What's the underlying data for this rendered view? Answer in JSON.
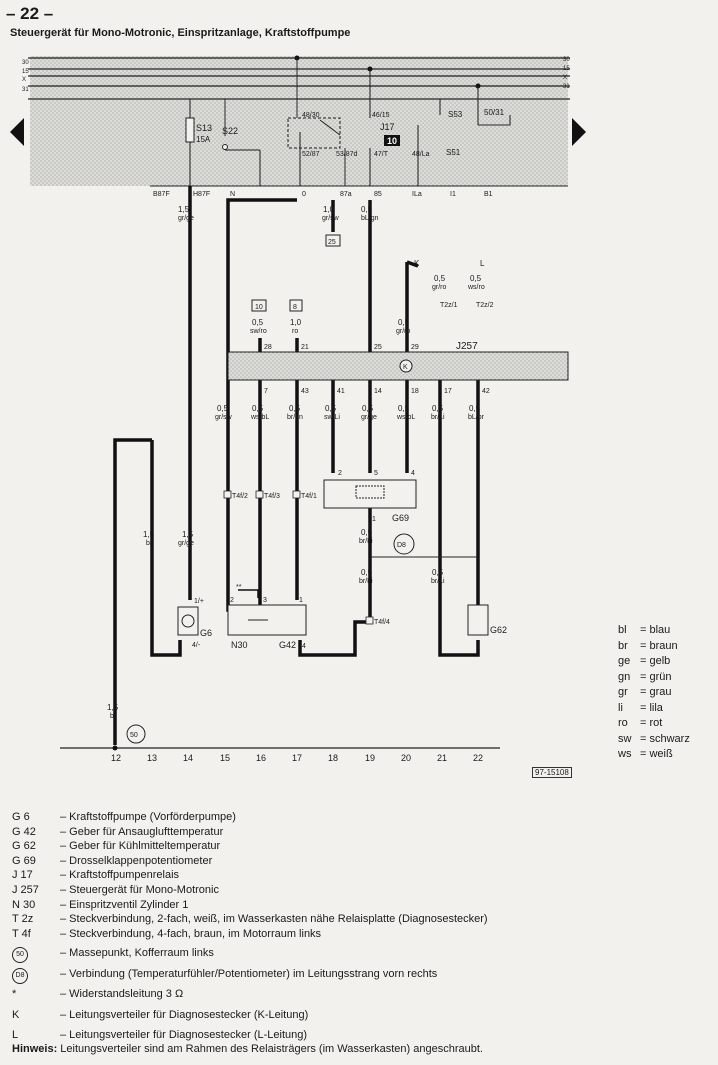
{
  "page_number": "– 22 –",
  "title": "Steuergerät für Mono-Motronic, Einspritzanlage, Kraftstoffpumpe",
  "bus_labels": [
    "30",
    "15",
    "X",
    "31"
  ],
  "relay_panel": {
    "fuse_label": "S13",
    "fuse_rating": "15A",
    "fuse2_label": "S22",
    "relay_top_left": "48/30",
    "relay_top_right": "46/15",
    "relay_code": "J17",
    "relay_slot": "10",
    "relay_pins_mid": [
      "52/87",
      "53/87d",
      "47/T",
      "48/La"
    ],
    "s53": "S53",
    "s51": "S51",
    "t50_31": "50/31",
    "connector_pins": [
      "B87F",
      "H87F",
      "N",
      "0",
      "87a",
      "85",
      "ILa",
      "I1",
      "B1"
    ]
  },
  "wires": {
    "w_grge": [
      "1,5",
      "gr/ge"
    ],
    "w_grsw": [
      "1,0",
      "gr/sw"
    ],
    "w_blgn": [
      "0,5",
      "bL/gn"
    ],
    "w_k": "K",
    "w_l": "L",
    "w_grro_k": [
      "0,5",
      "gr/ro"
    ],
    "w_wsro_l": [
      "0,5",
      "ws/ro"
    ],
    "t2z1": "T2z/1",
    "t2z2": "T2z/2",
    "b25": "25",
    "b10": "10",
    "b8": "8",
    "w_swro": [
      "0,5",
      "sw/ro"
    ],
    "w_ro": [
      "1,0",
      "ro"
    ],
    "w_grro_29": [
      "0,5",
      "gr/ro"
    ],
    "j257": "J257",
    "j257_top_pins": [
      "28",
      "21",
      "25",
      "29"
    ],
    "j257_bottom_pins": [
      "7",
      "43",
      "41",
      "14",
      "18",
      "17",
      "42"
    ],
    "bottom_wires": [
      [
        "0,5",
        "gr/sw"
      ],
      [
        "0,5",
        "ws/bL"
      ],
      [
        "0,5",
        "br/gn"
      ],
      [
        "0,5",
        "sw/Li"
      ],
      [
        "0,5",
        "gr/ge"
      ],
      [
        "0,5",
        "ws/bL"
      ],
      [
        "0,5",
        "br/Li"
      ],
      [
        "0,5",
        "bL/br"
      ]
    ],
    "t4f2": "T4f/2",
    "t4f3": "T4f/3",
    "t4f1": "T4f/1",
    "t4f4": "T4f/4",
    "w_br_15": [
      "1,5",
      "br"
    ],
    "w_grge_15": [
      "1,5",
      "gr/ge"
    ],
    "g69": "G69",
    "g69_pins": [
      "2",
      "5",
      "4",
      "1"
    ],
    "d8": "D8",
    "w_brli_a": [
      "0,5",
      "br/Li"
    ],
    "w_brli_b": [
      "0,5",
      "br/Li"
    ],
    "w_brli_c": [
      "0,5",
      "br/Li"
    ],
    "g6": "G6",
    "g6_pins": [
      "1/+",
      "4/-"
    ],
    "n30": "N30",
    "n30_pins": [
      "2",
      "3"
    ],
    "star": "**",
    "g42": "G42",
    "g42_pins": [
      "1",
      "4"
    ],
    "g62": "G62",
    "w_br_ground": [
      "1,5",
      "br"
    ],
    "ground": "50",
    "columns": [
      "12",
      "13",
      "14",
      "15",
      "16",
      "17",
      "18",
      "19",
      "20",
      "21",
      "22"
    ]
  },
  "color_legend": [
    {
      "code": "bl",
      "name": "= blau"
    },
    {
      "code": "br",
      "name": "= braun"
    },
    {
      "code": "ge",
      "name": "= gelb"
    },
    {
      "code": "gn",
      "name": "= grün"
    },
    {
      "code": "gr",
      "name": "= grau"
    },
    {
      "code": "li",
      "name": "= lila"
    },
    {
      "code": "ro",
      "name": "= rot"
    },
    {
      "code": "sw",
      "name": "= schwarz"
    },
    {
      "code": "ws",
      "name": "= weiß"
    }
  ],
  "drawing_number": "97-15108",
  "components": [
    {
      "code": "G 6",
      "desc": "– Kraftstoffpumpe (Vorförderpumpe)"
    },
    {
      "code": "G 42",
      "desc": "– Geber für Ansauglufttemperatur"
    },
    {
      "code": "G 62",
      "desc": "– Geber für Kühlmitteltemperatur"
    },
    {
      "code": "G 69",
      "desc": "– Drosselklappenpotentiometer"
    },
    {
      "code": "J 17",
      "desc": "– Kraftstoffpumpenrelais"
    },
    {
      "code": "J 257",
      "desc": "– Steuergerät für Mono-Motronic"
    },
    {
      "code": "N 30",
      "desc": "– Einspritzventil Zylinder 1"
    },
    {
      "code": "T 2z",
      "desc": "– Steckverbindung, 2-fach, weiß, im Wasserkasten nähe Relaisplatte (Diagnosestecker)"
    },
    {
      "code": "T 4f",
      "desc": "– Steckverbindung, 4-fach, braun, im Motorraum links"
    }
  ],
  "extras": [
    {
      "sym": "50",
      "circle": true,
      "desc": "– Massepunkt, Kofferraum links"
    },
    {
      "sym": "D8",
      "circle": true,
      "desc": "– Verbindung (Temperaturfühler/Potentiometer) im Leitungsstrang vorn rechts"
    },
    {
      "sym": "*",
      "circle": false,
      "desc": "– Widerstandsleitung 3 Ω"
    },
    {
      "sym": "K",
      "circle": false,
      "desc": "– Leitungsverteiler für Diagnosestecker (K-Leitung)"
    },
    {
      "sym": "L",
      "circle": false,
      "desc": "– Leitungsverteiler für Diagnosestecker (L-Leitung)"
    }
  ],
  "note": {
    "label": "Hinweis:",
    "text": "Leitungsverteiler sind am Rahmen des Relaisträgers (im Wasserkasten) angeschraubt."
  }
}
